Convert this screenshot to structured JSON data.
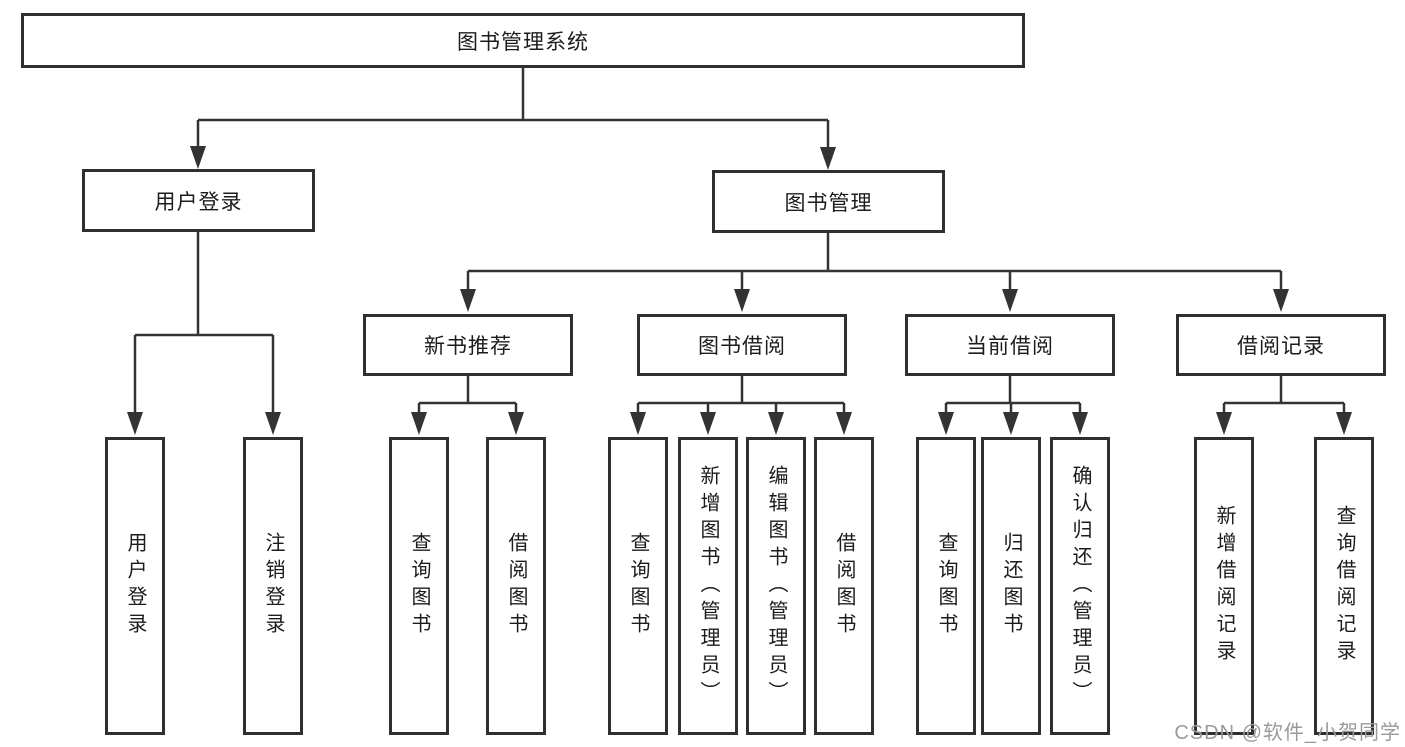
{
  "colors": {
    "line": "#333333",
    "border": "#2f2f2f",
    "text": "#1c1c1c",
    "watermark": "#9a9a9a",
    "box_bg": "#ffffff",
    "page_bg": "#ffffff"
  },
  "watermark": "CSDN @软件_小贺同学",
  "tree": {
    "root": {
      "label": "图书管理系统",
      "children": [
        {
          "label": "用户登录",
          "children": [
            {
              "label": "用户登录"
            },
            {
              "label": "注销登录"
            }
          ]
        },
        {
          "label": "图书管理",
          "children": [
            {
              "label": "新书推荐",
              "children": [
                {
                  "label": "查询图书"
                },
                {
                  "label": "借阅图书"
                }
              ]
            },
            {
              "label": "图书借阅",
              "children": [
                {
                  "label": "查询图书"
                },
                {
                  "label": "新增图书（管理员）"
                },
                {
                  "label": "编辑图书（管理员）"
                },
                {
                  "label": "借阅图书"
                }
              ]
            },
            {
              "label": "当前借阅",
              "children": [
                {
                  "label": "查询图书"
                },
                {
                  "label": "归还图书"
                },
                {
                  "label": "确认归还（管理员）"
                }
              ]
            },
            {
              "label": "借阅记录",
              "children": [
                {
                  "label": "新增借阅记录"
                },
                {
                  "label": "查询借阅记录"
                }
              ]
            }
          ]
        }
      ]
    }
  }
}
